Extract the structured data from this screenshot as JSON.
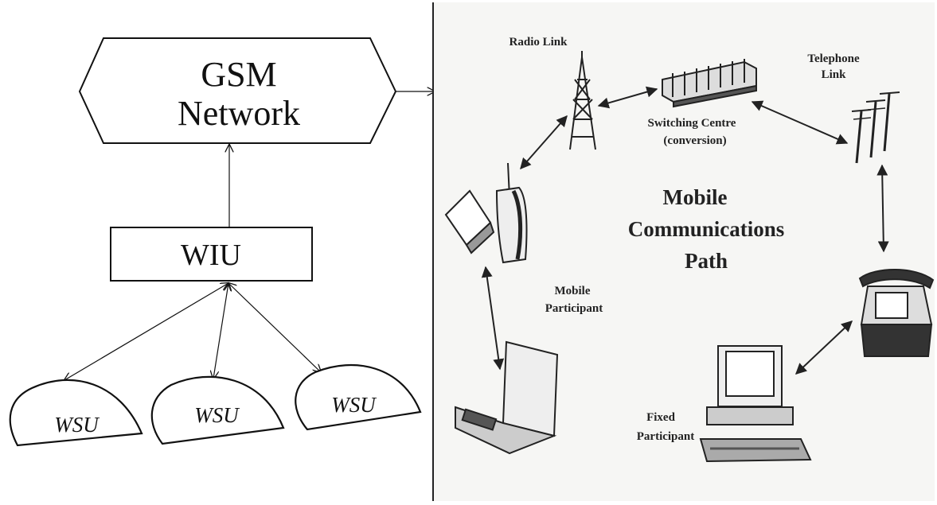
{
  "left_diagram": {
    "gsm_network_line1": "GSM",
    "gsm_network_line2": "Network",
    "wiu_label": "WIU",
    "wsu_labels": [
      "WSU",
      "WSU",
      "WSU"
    ]
  },
  "right_figure": {
    "radio_link": "Radio Link",
    "telephone_link_line1": "Telephone",
    "telephone_link_line2": "Link",
    "switching_centre_line1": "Switching Centre",
    "switching_centre_line2": "(conversion)",
    "title_line1": "Mobile",
    "title_line2": "Communications",
    "title_line3": "Path",
    "mobile_participant_line1": "Mobile",
    "mobile_participant_line2": "Participant",
    "fixed_participant_line1": "Fixed",
    "fixed_participant_line2": "Participant"
  },
  "colors": {
    "stroke": "#111111",
    "background": "#ffffff",
    "figure_background": "#f6f6f4"
  }
}
